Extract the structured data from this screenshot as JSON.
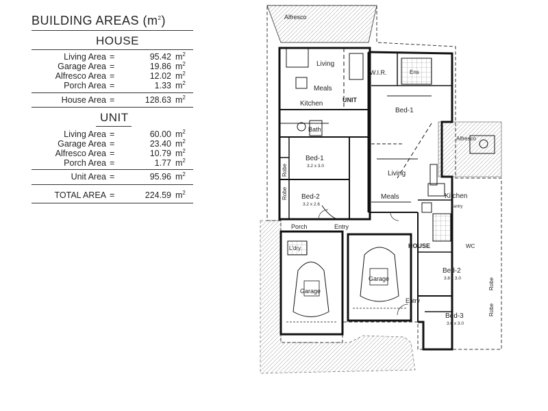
{
  "areas": {
    "title": "BUILDING AREAS (m",
    "title_sup": "2",
    "title_close": ")",
    "house": {
      "heading": "HOUSE",
      "rows": [
        {
          "label": "Living Area",
          "value": "95.42"
        },
        {
          "label": "Garage Area",
          "value": "19.86"
        },
        {
          "label": "Alfresco Area",
          "value": "12.02"
        },
        {
          "label": "Porch Area",
          "value": "1.33"
        }
      ],
      "total": {
        "label": "House Area",
        "value": "128.63"
      }
    },
    "unit": {
      "heading": "UNIT",
      "rows": [
        {
          "label": "Living Area",
          "value": "60.00"
        },
        {
          "label": "Garage Area",
          "value": "23.40"
        },
        {
          "label": "Alfresco Area",
          "value": "10.79"
        },
        {
          "label": "Porch Area",
          "value": "1.77"
        }
      ],
      "total": {
        "label": "Unit Area",
        "value": "95.96"
      }
    },
    "grand_total": {
      "label": "TOTAL AREA",
      "value": "224.59"
    },
    "eq": "=",
    "unit_m": "m",
    "unit_sup": "2"
  },
  "plan": {
    "alfresco_top": "Alfresco",
    "living_unit": "Living",
    "meals_unit": "Meals",
    "kitchen_unit": "Kitchen",
    "bath_unit": "Bath",
    "unit_tag": "UNIT",
    "robe1": "Robe",
    "robe2": "Robe",
    "bed1_unit": "Bed-1",
    "bed1_unit_dim": "3.2 x 3.0",
    "bed2_unit": "Bed-2",
    "bed2_unit_dim": "3.2 x 2.6",
    "porch": "Porch",
    "entry_unit": "Entry",
    "ldry": "L'dry",
    "garage_unit": "Garage",
    "garage_house": "Garage",
    "wir": "W.I.R.",
    "ens": "Ens",
    "bed1_house": "Bed-1",
    "alfresco_house": "Alfresco",
    "living_house": "Living",
    "meals_house": "Meals",
    "kitchen_house": "Kitchen",
    "pantry": "Pantry",
    "house_tag": "HOUSE",
    "wc": "WC",
    "bed2_house": "Bed-2",
    "bed2_house_dim": "3.8 x 3.0",
    "bed3_house": "Bed-3",
    "bed3_house_dim": "3.0 x 3.0",
    "entry_house": "Entry",
    "robe3": "Robe",
    "robe4": "Robe"
  }
}
